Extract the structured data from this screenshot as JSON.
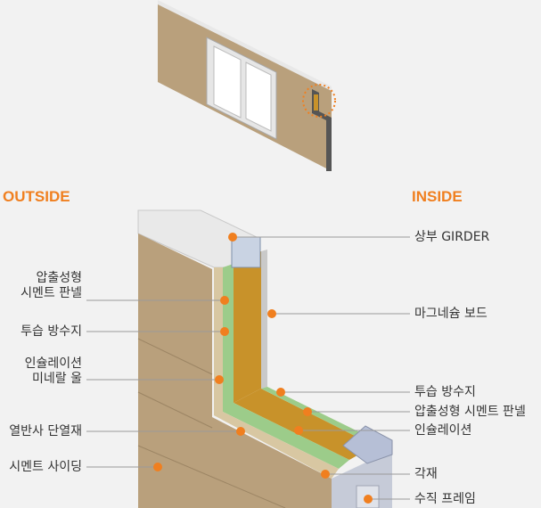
{
  "headings": {
    "outside": "OUTSIDE",
    "inside": "INSIDE"
  },
  "left_labels": [
    {
      "line1": "압출성형",
      "line2": "시멘트 판넬"
    },
    {
      "line1": "투습 방수지"
    },
    {
      "line1": "인슐레이션",
      "line2": "미네랄 울"
    },
    {
      "line1": "열반사 단열재"
    },
    {
      "line1": "시멘트 사이딩"
    }
  ],
  "right_labels": [
    {
      "line1": "상부 GIRDER"
    },
    {
      "line1": "마그네슘 보드"
    },
    {
      "line1": "투습 방수지"
    },
    {
      "line1": "압출성형 시멘트 판넬"
    },
    {
      "line1": "인슐레이션"
    },
    {
      "line1": "각재"
    },
    {
      "line1": "수직 프레임"
    }
  ],
  "colors": {
    "accent": "#f07f1f",
    "siding": "#b9a07c",
    "insulation": "#c8922a",
    "membrane": "#9ccc8a"
  }
}
